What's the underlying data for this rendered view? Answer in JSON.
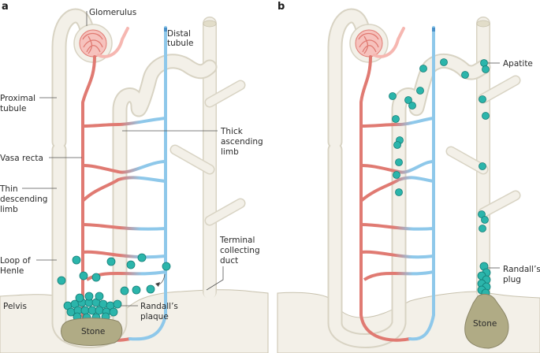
{
  "figure": {
    "panels": [
      {
        "id": "a",
        "label": "a",
        "labels": {
          "glomerulus": "Glomerulus",
          "distal_tubule_1": "Distal",
          "distal_tubule_2": "tubule",
          "proximal_tubule_1": "Proximal",
          "proximal_tubule_2": "tubule",
          "thick_ascending_1": "Thick",
          "thick_ascending_2": "ascending",
          "thick_ascending_3": "limb",
          "vasa_recta": "Vasa recta",
          "thin_descending_1": "Thin",
          "thin_descending_2": "descending",
          "thin_descending_3": "limb",
          "terminal_collecting_1": "Terminal",
          "terminal_collecting_2": "collecting",
          "terminal_collecting_3": "duct",
          "loop_of_henle_1": "Loop of",
          "loop_of_henle_2": "Henle",
          "pelvis": "Pelvis",
          "randalls_plaque_1": "Randall’s",
          "randalls_plaque_2": "plaque",
          "stone": "Stone"
        }
      },
      {
        "id": "b",
        "label": "b",
        "labels": {
          "apatite": "Apatite",
          "randalls_plug_1": "Randall’s",
          "randalls_plug_2": "plug",
          "stone": "Stone"
        }
      }
    ],
    "colors": {
      "tubule_fill": "#f3f0e8",
      "tubule_outline": "#d8d3c3",
      "arterial": "#e07a72",
      "venous": "#8ec8ea",
      "crystal": "#2bb5ab",
      "stone": "#b0ab85",
      "glomerulus": "#f2a6a0"
    }
  }
}
